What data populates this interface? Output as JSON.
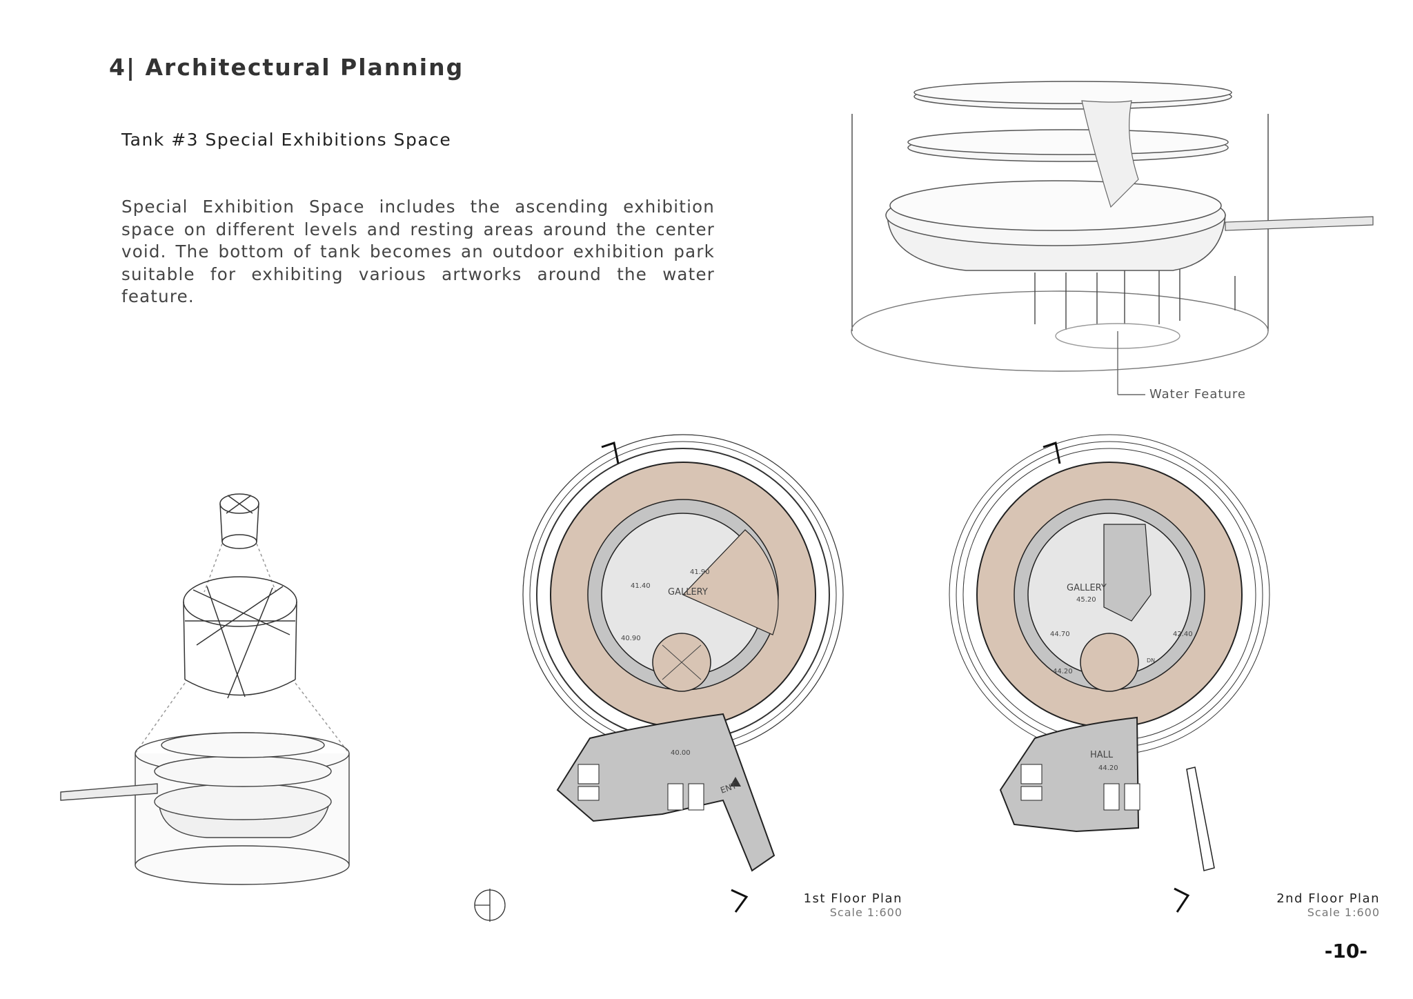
{
  "heading": {
    "number": "4|",
    "title": "Architectural Planning"
  },
  "subheading": "Tank #3 Special Exhibitions Space",
  "description": "Special Exhibition Space includes the ascending exhibition space on different levels and resting areas around the center void. The bottom of tank becomes an outdoor exhibition park suitable for exhibiting various artworks around the water feature.",
  "perspective": {
    "callout": "Water Feature"
  },
  "plans": [
    {
      "title": "1st Floor Plan",
      "scale": "Scale 1:600",
      "rooms": [
        "GALLERY",
        "ENT"
      ],
      "levels": [
        "41.40",
        "41.90",
        "40.90",
        "40.00"
      ]
    },
    {
      "title": "2nd Floor Plan",
      "scale": "Scale 1:600",
      "rooms": [
        "GALLERY",
        "HALL",
        "DN"
      ],
      "levels": [
        "45.20",
        "44.70",
        "42.40",
        "44.20",
        "44.20"
      ]
    }
  ],
  "page_number": "-10-",
  "colors": {
    "floor_tan": "#d8c4b4",
    "floor_grey": "#c4c4c4",
    "floor_light": "#e6e6e6",
    "line": "#333333"
  }
}
